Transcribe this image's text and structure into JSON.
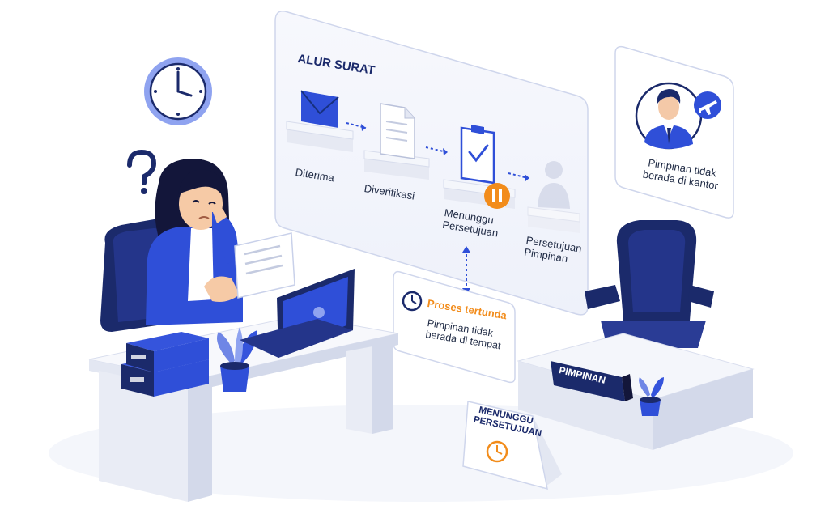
{
  "flow": {
    "title": "ALUR SURAT",
    "steps": [
      {
        "label": "Diterima"
      },
      {
        "label": "Diverifikasi"
      },
      {
        "label": "Menunggu Persetujuan"
      },
      {
        "label": "Persetujuan Pimpinan"
      }
    ]
  },
  "status_card": {
    "title": "Proses tertunda",
    "message": "Pimpinan tidak berada di tempat"
  },
  "leader_card": {
    "message": "Pimpinan tidak berada di kantor"
  },
  "desk_sign": {
    "label": "PIMPINAN"
  },
  "tent_sign": {
    "label": "MENUNGGU PERSETUJUAN"
  },
  "icons": [
    "clock-icon",
    "question-mark-icon",
    "envelope-icon",
    "document-icon",
    "clipboard-check-icon",
    "pause-icon",
    "person-silhouette-icon",
    "airplane-icon",
    "laptop-icon",
    "plant-icon",
    "binder-icon"
  ],
  "colors": {
    "primary": "#2f4fd8",
    "navy": "#1b2a6b",
    "accent": "#f28c1b",
    "panel": "#f3f5fb",
    "outline": "#c9d1ea"
  }
}
